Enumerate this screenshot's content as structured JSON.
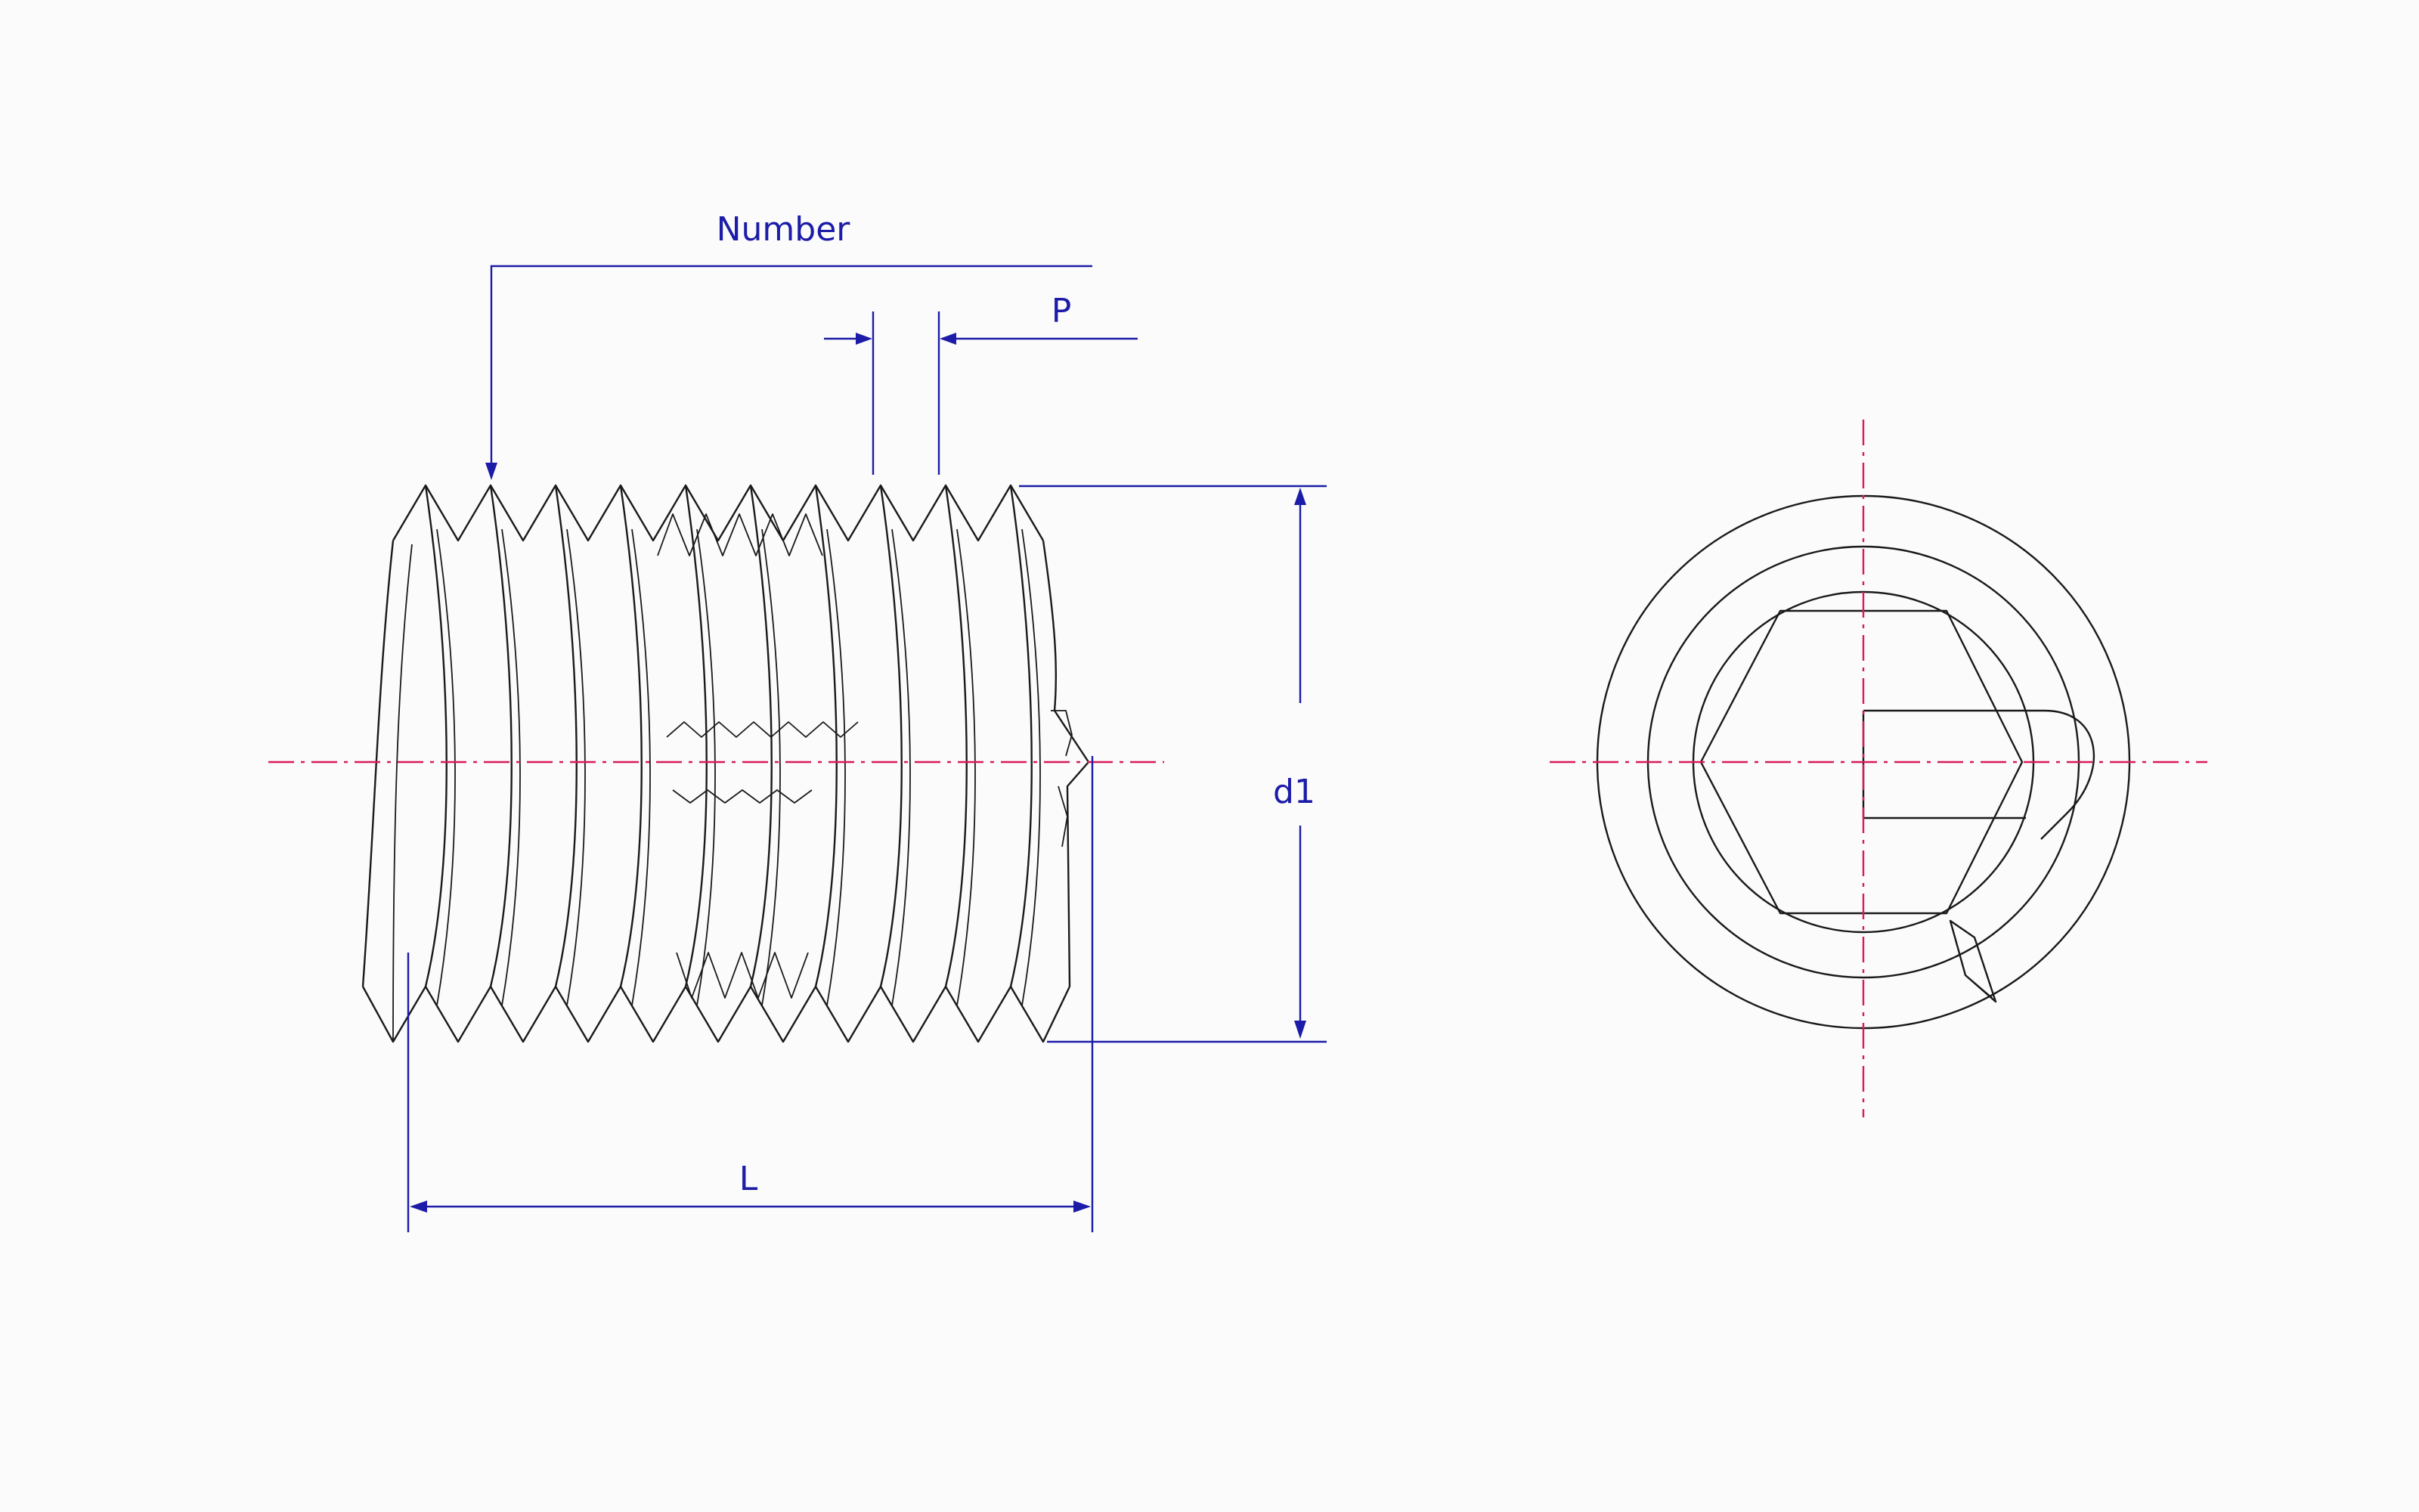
{
  "labels": {
    "number": "Number",
    "pitch": "P",
    "diameter": "d1",
    "length": "L"
  },
  "colors": {
    "dimension": "#1c1ca8",
    "centerline": "#d81b5a",
    "outline": "#1a1a1a",
    "background": "#fbfbfb"
  }
}
